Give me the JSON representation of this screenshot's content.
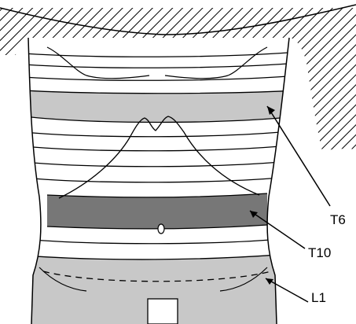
{
  "labels": {
    "t6": "T6",
    "t10": "T10",
    "l1": "L1",
    "umbilicus": "0"
  },
  "colors": {
    "line": "#000000",
    "light_band": "#c8c8c8",
    "dark_band": "#777777",
    "hatch": "#000000",
    "background": "#ffffff"
  }
}
